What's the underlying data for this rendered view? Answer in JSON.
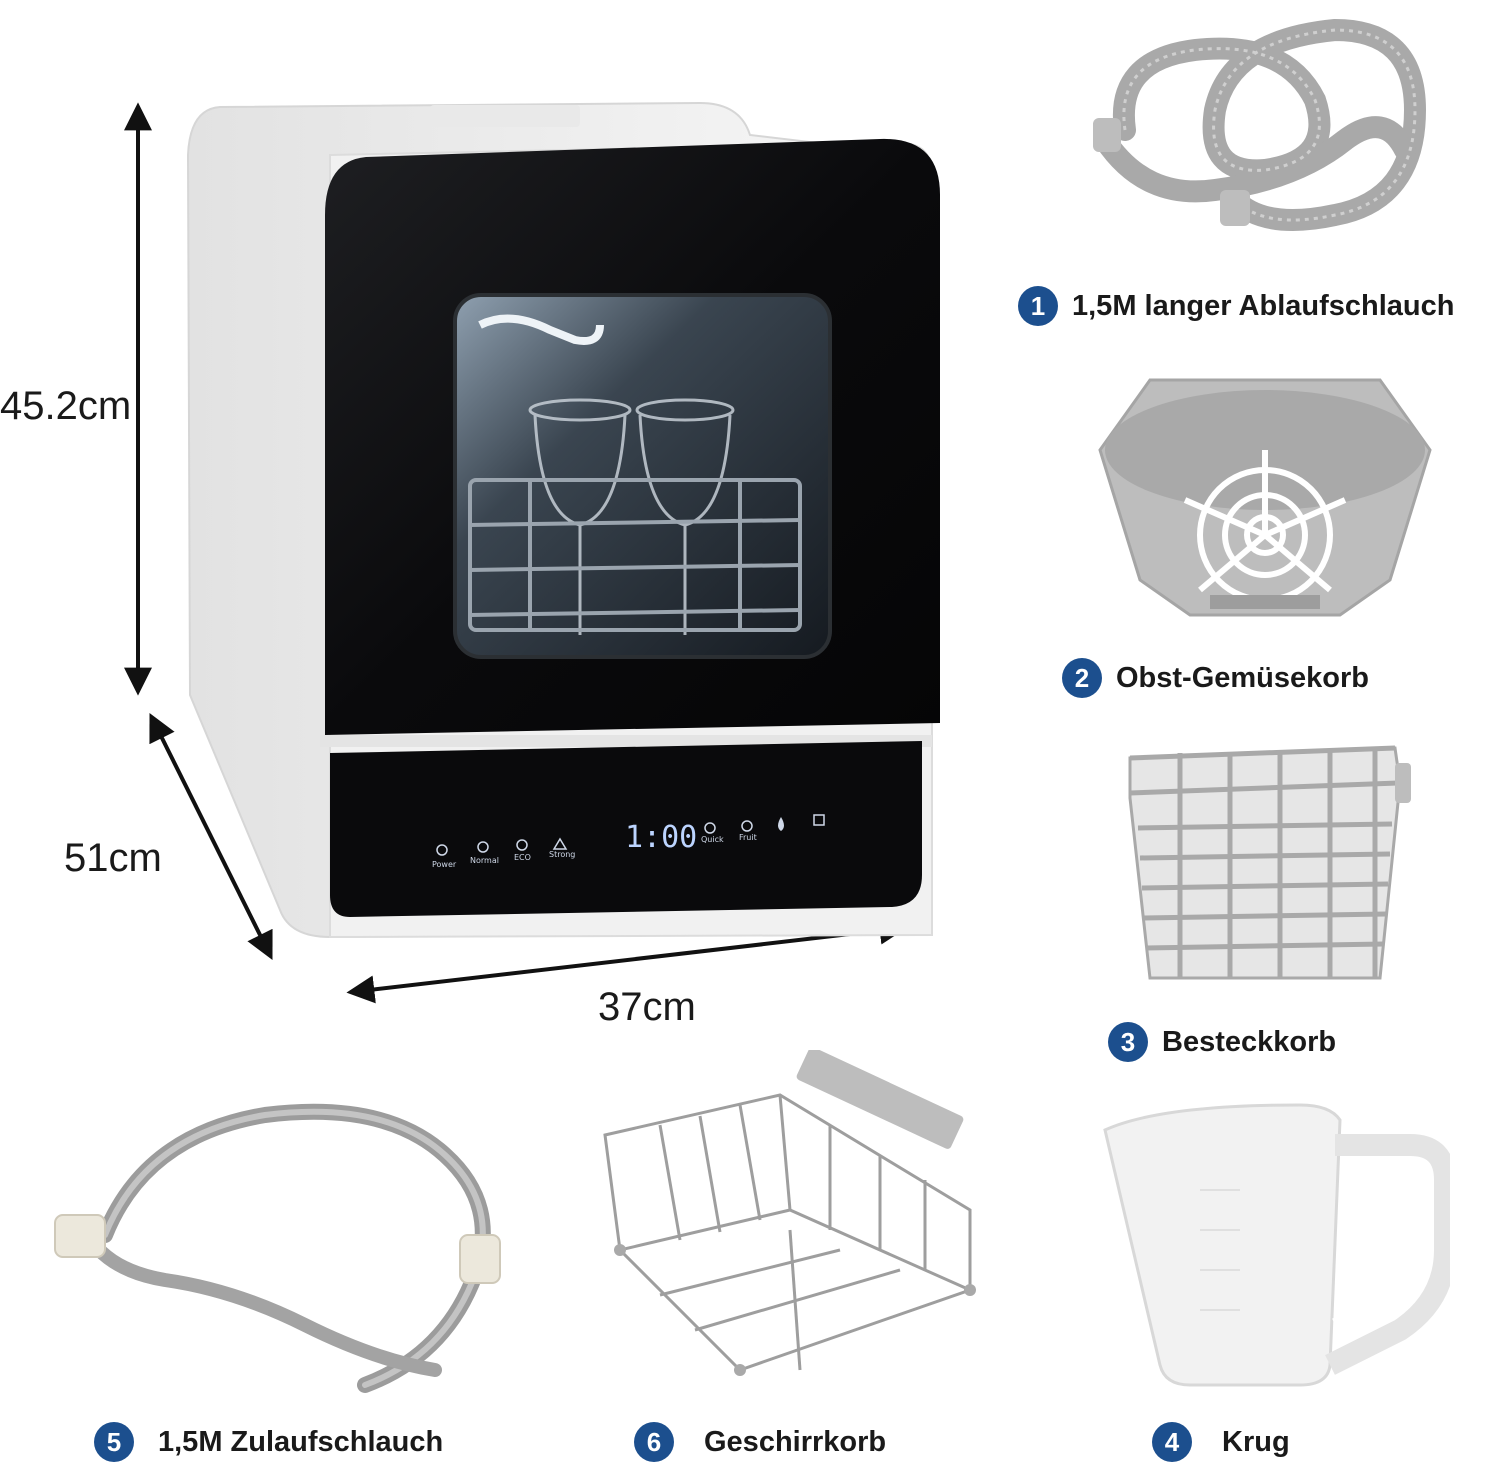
{
  "dimensions": {
    "height": "45.2cm",
    "depth": "51cm",
    "width": "37cm"
  },
  "control_panel": {
    "display": "1:00",
    "buttons": [
      "Power",
      "Normal",
      "ECO",
      "Strong",
      "Quick",
      "Fruit"
    ]
  },
  "accessories": [
    {
      "number": "1",
      "label": "1,5M langer Ablaufschlauch"
    },
    {
      "number": "2",
      "label": "Obst-Gemüsekorb"
    },
    {
      "number": "3",
      "label": "Besteckkorb"
    },
    {
      "number": "4",
      "label": "Krug"
    },
    {
      "number": "5",
      "label": "1,5M Zulaufschlauch"
    },
    {
      "number": "6",
      "label": "Geschirrkorb"
    }
  ],
  "colors": {
    "badge": "#1c4f8e",
    "appliance_body": "#f3f3f3",
    "glass_panel": "#0b0b0d",
    "accessory_grey": "#b9b9b9"
  },
  "icons": {
    "arrow": "double-headed-arrow",
    "badge": "numbered-circle"
  }
}
